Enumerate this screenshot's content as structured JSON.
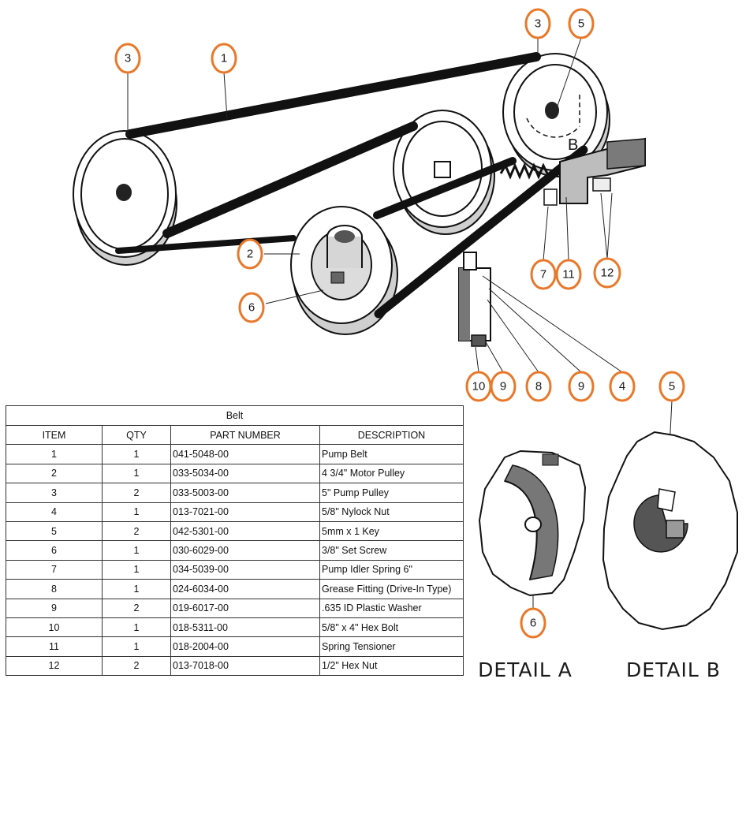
{
  "callouts": {
    "c3a": "3",
    "c1": "1",
    "c3b": "3",
    "c5a": "5",
    "c2": "2",
    "c6a": "6",
    "c7": "7",
    "c11": "11",
    "c12": "12",
    "c10": "10",
    "c9a": "9",
    "c8": "8",
    "c9b": "9",
    "c4": "4",
    "c5b": "5",
    "c6b": "6",
    "rotation_letter": "B"
  },
  "details": {
    "a": "DETAIL  A",
    "b": "DETAIL  B"
  },
  "accent_color": "#E8782A",
  "table": {
    "title": "Belt",
    "headers": [
      "ITEM",
      "QTY",
      "PART NUMBER",
      "DESCRIPTION"
    ],
    "rows": [
      [
        "1",
        "1",
        "041-5048-00",
        "Pump Belt"
      ],
      [
        "2",
        "1",
        "033-5034-00",
        "4 3/4\" Motor Pulley"
      ],
      [
        "3",
        "2",
        "033-5003-00",
        "5\" Pump Pulley"
      ],
      [
        "4",
        "1",
        "013-7021-00",
        "5/8\" Nylock Nut"
      ],
      [
        "5",
        "2",
        "042-5301-00",
        "5mm x 1 Key"
      ],
      [
        "6",
        "1",
        "030-6029-00",
        "3/8\" Set Screw"
      ],
      [
        "7",
        "1",
        "034-5039-00",
        "Pump Idler Spring 6\""
      ],
      [
        "8",
        "1",
        "024-6034-00",
        "Grease Fitting (Drive-In Type)"
      ],
      [
        "9",
        "2",
        "019-6017-00",
        ".635 ID Plastic Washer"
      ],
      [
        "10",
        "1",
        "018-5311-00",
        "5/8\" x 4\" Hex Bolt"
      ],
      [
        "11",
        "1",
        "018-2004-00",
        "Spring Tensioner"
      ],
      [
        "12",
        "2",
        "013-7018-00",
        "1/2\" Hex Nut"
      ]
    ]
  }
}
